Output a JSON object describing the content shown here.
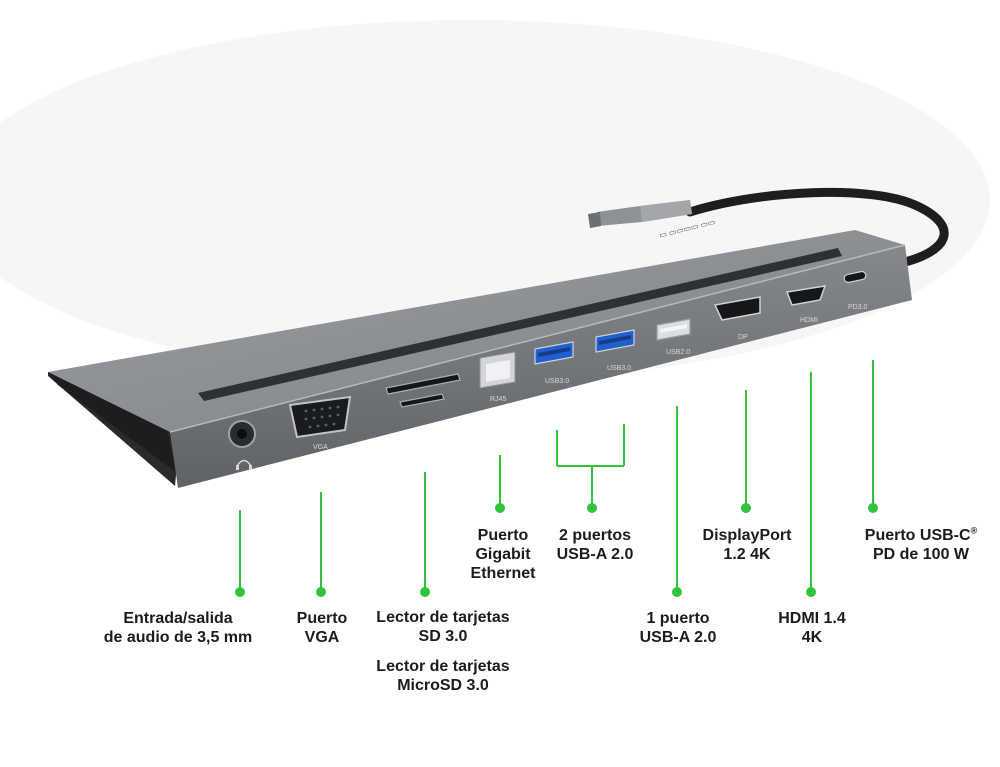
{
  "ports": {
    "rj45": "RJ45",
    "usb30_a": "USB3.0",
    "usb30_b": "USB3.0",
    "usb20": "USB2.0",
    "dp": "DP",
    "hdmi": "HDMI",
    "pd": "PD3.0",
    "vga": "VGA"
  },
  "callouts": {
    "audio": [
      "Entrada/salida",
      "de audio de 3,5 mm"
    ],
    "vga": [
      "Puerto",
      "VGA"
    ],
    "sd": [
      "Lector de tarjetas",
      "SD 3.0"
    ],
    "microsd": [
      "Lector de tarjetas",
      "MicroSD 3.0"
    ],
    "ethernet": [
      "Puerto",
      "Gigabit",
      "Ethernet"
    ],
    "usb2x": [
      "2 puertos",
      "USB-A 2.0"
    ],
    "usb1x": [
      "1 puerto",
      "USB-A 2.0"
    ],
    "displayport": [
      "DisplayPort",
      "1.2 4K"
    ],
    "hdmi": [
      "HDMI 1.4",
      "4K"
    ],
    "usbc": [
      "Puerto USB-C",
      "PD de 100 W"
    ],
    "usbc_mark": "®"
  },
  "colors": {
    "accent_green": "#2fc43c",
    "body_gray": "#7b7e83",
    "top_gray": "#8d9096",
    "text": "#1c1c1c"
  },
  "icons": [
    "headphone-icon"
  ]
}
